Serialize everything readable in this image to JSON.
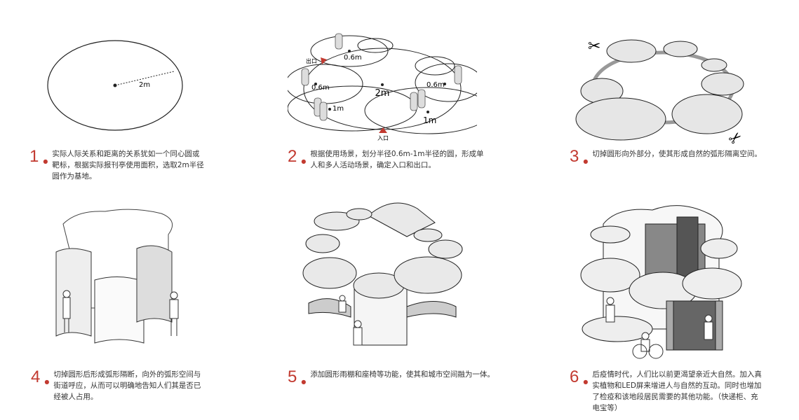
{
  "steps": [
    {
      "number": "1",
      "text": "实际人际关系和距离的关系犹如一个同心圆或靶标，根据实际报刊亭使用面积，选取2m半径圆作为基地。"
    },
    {
      "number": "2",
      "text": "根据使用场景，划分半径0.6m-1m半径的圆，形成单人和多人活动场景，确定入口和出口。"
    },
    {
      "number": "3",
      "text": "切掉圆形向外部分，使其形成自然的弧形隔离空间。"
    },
    {
      "number": "4",
      "text": "切掉圆形后形成弧形隔断，向外的弧形空间与街道呼应，从而可以明确地告知人们其是否已经被人占用。"
    },
    {
      "number": "5",
      "text": "添加圆形雨棚和座椅等功能，使其和城市空间融为一体。"
    },
    {
      "number": "6",
      "text": "后疫情时代，人们比以前更渴望亲近大自然。加入真实植物和LED屏来增进人与自然的互动。同时也增加了检疫和该地段居民需要的其他功能。（快递柜、充电宝等）"
    }
  ],
  "diagram1": {
    "radius_label": "2m"
  },
  "diagram2": {
    "center_label": "2m",
    "labels": [
      "0.6m",
      "0.6m",
      "0.6m",
      "1m",
      "1m"
    ],
    "exit_label": "出口",
    "entrance_label": "入口"
  },
  "colors": {
    "accent": "#c23a30",
    "text": "#333333",
    "line": "#222222"
  }
}
